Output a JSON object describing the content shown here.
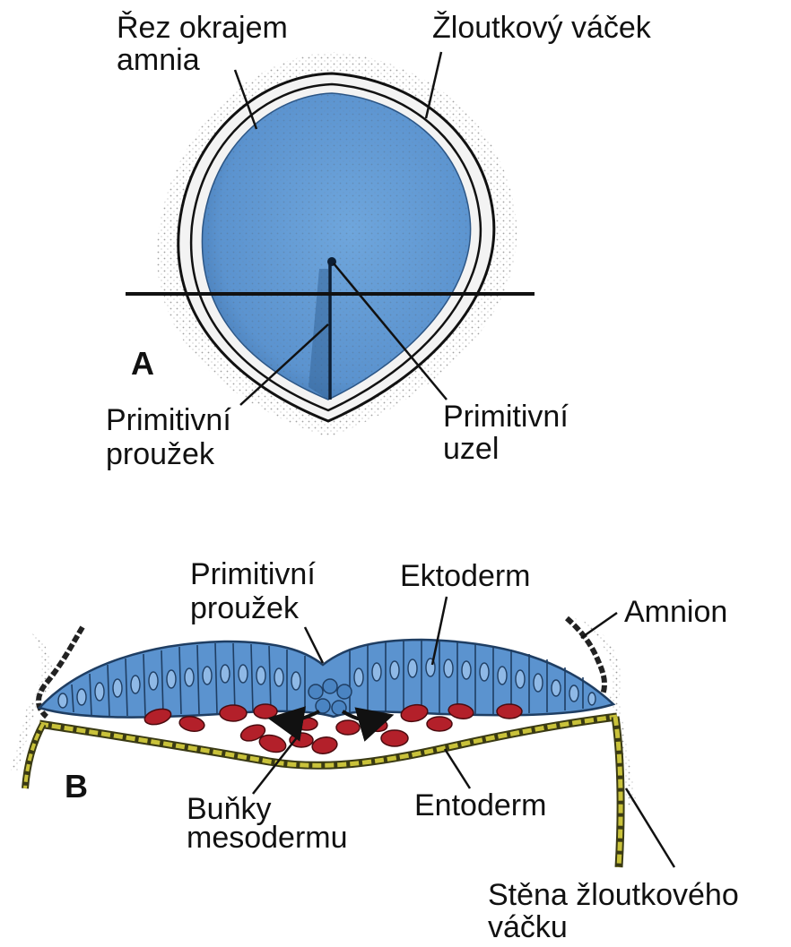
{
  "panel_a": {
    "letter": "A",
    "labels": {
      "amnion_edge_1": "Řez okrajem",
      "amnion_edge_2": "amnia",
      "yolk_sac": "Žloutkový váček",
      "streak_1": "Primitivní",
      "streak_2": "proužek",
      "node_1": "Primitivní",
      "node_2": "uzel"
    }
  },
  "panel_b": {
    "letter": "B",
    "labels": {
      "streak_1": "Primitivní",
      "streak_2": "proužek",
      "ectoderm": "Ektoderm",
      "amnion": "Amnion",
      "mesoderm_1": "Buňky",
      "mesoderm_2": "mesodermu",
      "endoderm": "Entoderm",
      "yolk_wall_1": "Stěna žloutkového",
      "yolk_wall_2": "váčku"
    }
  },
  "colors": {
    "embryo_blue": "#5b93cf",
    "mesoderm_red": "#b3202a",
    "endoderm_yellow": "#c9c23a",
    "outline": "#111111"
  }
}
